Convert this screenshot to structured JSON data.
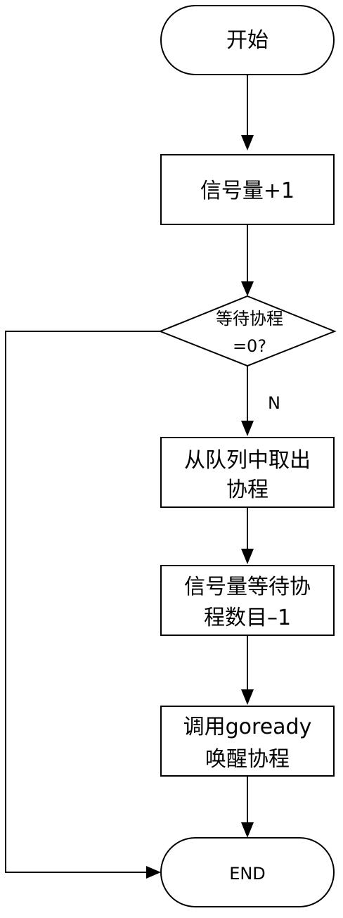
{
  "diagram": {
    "start": "开始",
    "increment": "信号量+1",
    "decision_line1": "等待协程",
    "decision_line2": "=0?",
    "no_label": "N",
    "dequeue_line1": "从队列中取出",
    "dequeue_line2": "协程",
    "decrement_line1": "信号量等待协",
    "decrement_line2": "程数目–1",
    "wake_line1": "调用goready",
    "wake_line2": "唤醒协程",
    "end": "END"
  },
  "colors": {
    "stroke": "#000000",
    "fill": "#ffffff"
  }
}
